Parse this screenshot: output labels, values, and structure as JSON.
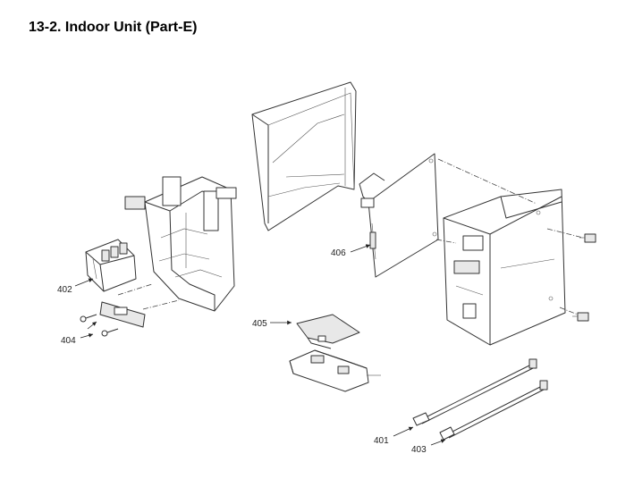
{
  "page_title": "13-2.  Indoor Unit (Part-E)",
  "callouts": {
    "c401": "401",
    "c402": "402",
    "c403": "403",
    "c404": "404",
    "c405": "405",
    "c406": "406"
  }
}
